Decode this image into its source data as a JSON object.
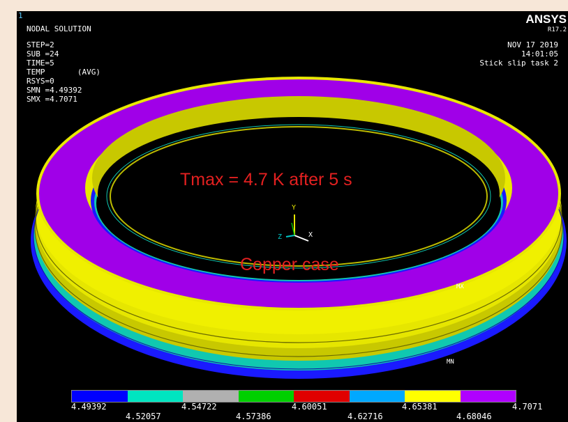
{
  "window_number": "1",
  "plot_title": "NODAL SOLUTION",
  "solution_info": [
    "STEP=2",
    "SUB =24",
    "TIME=5",
    "TEMP       (AVG)",
    "RSYS=0",
    "SMN =4.49392",
    "SMX =4.7071"
  ],
  "brand": "ANSYS",
  "version": "R17.2",
  "date": "NOV 17 2019",
  "time": "14:01:05",
  "job_title": "Stick slip task 2",
  "annotation_main": "Tmax = 4.7 K after 5 s",
  "annotation_sub": "Copper case",
  "marker_max": "MX",
  "marker_min": "MN",
  "axis_y": "Y",
  "axis_x": "X",
  "axis_z": "Z",
  "legend": {
    "colors": [
      "#0000ff",
      "#00e5c0",
      "#b0b0b0",
      "#00d000",
      "#e00000",
      "#00a8ff",
      "#ffff00",
      "#b000ff"
    ],
    "upper_labels": [
      "4.49392",
      "4.54722",
      "4.60051",
      "4.65381",
      "4.7071"
    ],
    "lower_labels": [
      "4.52057",
      "4.57386",
      "4.62716",
      "4.68046"
    ]
  }
}
